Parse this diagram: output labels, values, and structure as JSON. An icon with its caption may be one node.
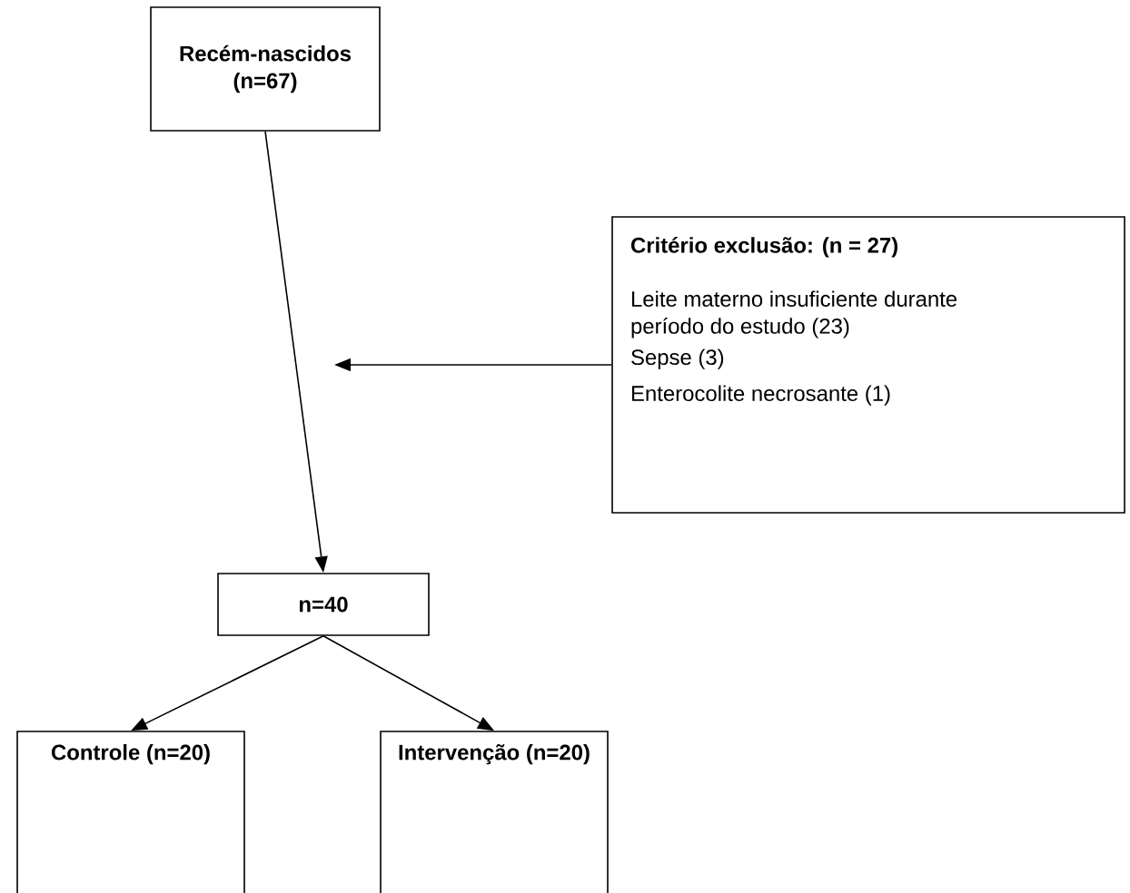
{
  "diagram": {
    "nodes": [
      {
        "text": [
          "Recém-nascidos (n=67)"
        ]
      },
      {
        "text": [
          "Critério exclusão: (n = 27)",
          "Leite materno insuficiente durante período do estudo (23)",
          "Sepse (3)",
          "Enterocolite necrosante (1)"
        ]
      },
      {
        "text": [
          "n=40"
        ]
      },
      {
        "text": [
          "Controle (n=20)"
        ]
      },
      {
        "text": [
          "Intervenção (n=20)"
        ]
      }
    ],
    "edges": [
      {
        "from": 0,
        "to": 2,
        "arrow": "to"
      },
      {
        "from": 1,
        "to": null,
        "arrow": "to"
      },
      {
        "from": 2,
        "to": 3,
        "arrow": "to"
      },
      {
        "from": 2,
        "to": 4,
        "arrow": "to"
      }
    ]
  }
}
